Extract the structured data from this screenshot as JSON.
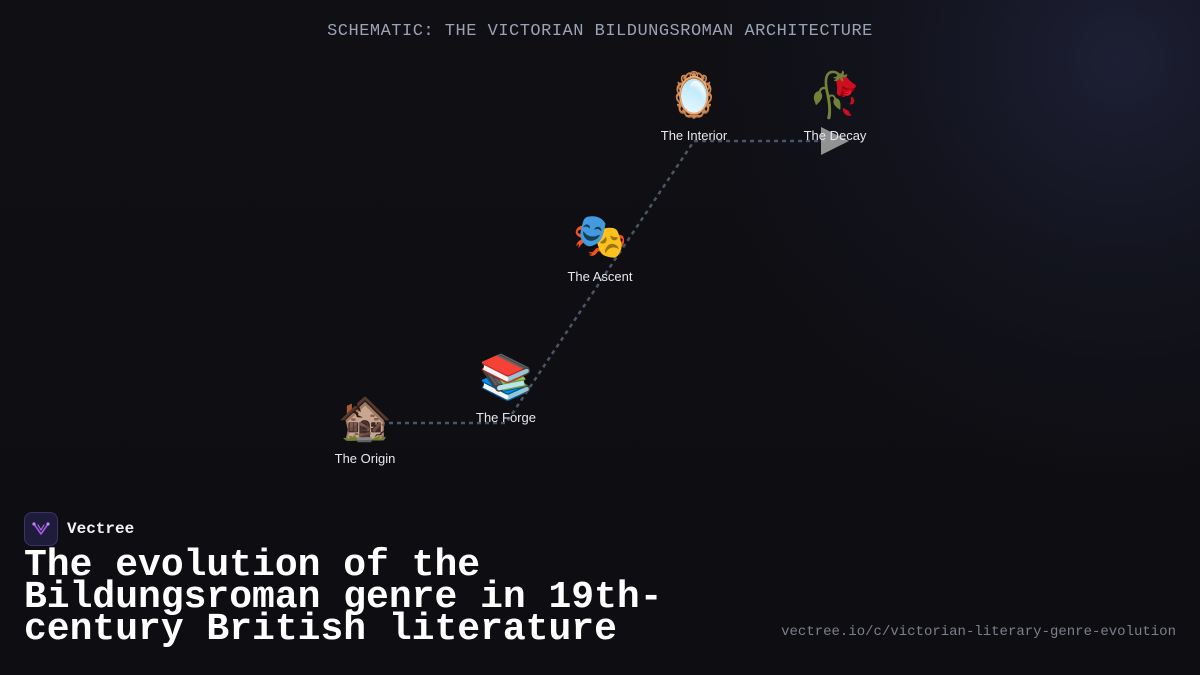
{
  "schematic_title": "SCHEMATIC: THE VICTORIAN BILDUNGSROMAN ARCHITECTURE",
  "nodes": [
    {
      "id": "origin",
      "label": "The Origin",
      "icon": "house-icon",
      "glyph": "🏚️"
    },
    {
      "id": "forge",
      "label": "The Forge",
      "icon": "books-icon",
      "glyph": "📚"
    },
    {
      "id": "ascent",
      "label": "The Ascent",
      "icon": "theater-masks-icon",
      "glyph": "🎭"
    },
    {
      "id": "interior",
      "label": "The Interior",
      "icon": "mirror-icon",
      "glyph": "🪞"
    },
    {
      "id": "decay",
      "label": "The Decay",
      "icon": "wilted-flower-icon",
      "glyph": "🥀"
    }
  ],
  "connections": [
    {
      "from": "origin",
      "to": "forge"
    },
    {
      "from": "forge",
      "to": "ascent"
    },
    {
      "from": "ascent",
      "to": "interior"
    },
    {
      "from": "interior",
      "to": "decay"
    }
  ],
  "colors": {
    "connector": "#4a5568",
    "arrowhead": "#9a9a9a",
    "brand_accent": "#a855f7"
  },
  "brand": {
    "name": "Vectree",
    "logo_icon": "vectree-logo-icon"
  },
  "headline": "The evolution of the Bildungsroman genre in 19th-century British literature",
  "url": "vectree.io/c/victorian-literary-genre-evolution"
}
